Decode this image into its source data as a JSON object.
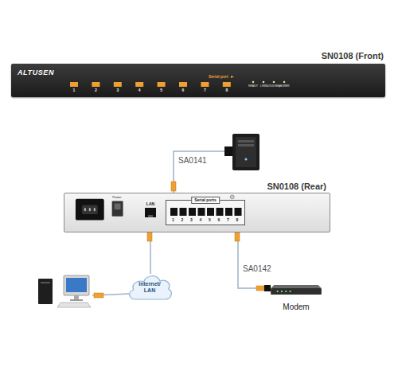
{
  "diagram": {
    "nodes": [
      {
        "text": [
          "SN0108 (Front)"
        ]
      },
      {
        "text": [
          "SN0108 (Rear)"
        ]
      },
      {
        "text": [
          "LAN"
        ],
        "in": 1
      },
      {
        "text": [
          "Serial ports"
        ],
        "in": 1
      },
      {
        "text": [
          "Internet/ LAN"
        ]
      },
      {
        "text": [
          "Modem"
        ]
      }
    ],
    "edges": [
      {
        "from": 2,
        "to": 4,
        "arrow": "none"
      },
      {
        "from": 3,
        "to": 5,
        "label": "SA0142",
        "arrow": "none"
      }
    ],
    "labels": [
      "ALTUSEN",
      "Serial port",
      "1",
      "2",
      "3",
      "4",
      "5",
      "6",
      "7",
      "8",
      "READY",
      "LINK",
      "10/100 Mbps",
      "POWER",
      "Power",
      "1",
      "2",
      "3",
      "4",
      "5",
      "6",
      "7",
      "8",
      "SA0141"
    ]
  }
}
